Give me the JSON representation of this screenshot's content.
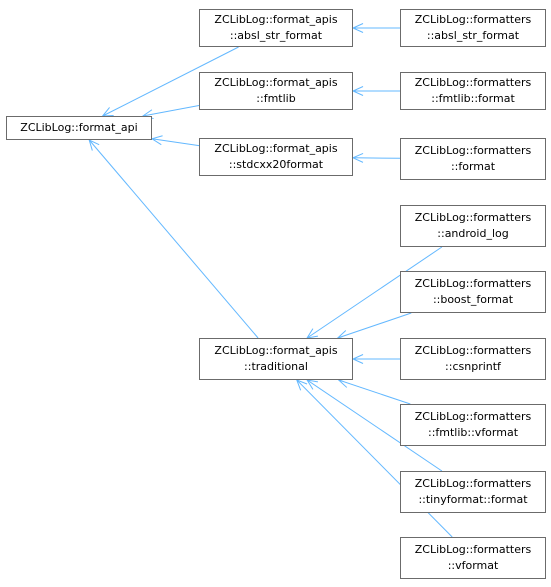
{
  "nodes": {
    "format_api": {
      "lines": [
        "ZCLibLog::format_api"
      ]
    },
    "absl_api": {
      "lines": [
        "ZCLibLog::format_apis",
        "::absl_str_format"
      ]
    },
    "fmtlib_api": {
      "lines": [
        "ZCLibLog::format_apis",
        "::fmtlib"
      ]
    },
    "stdcxx_api": {
      "lines": [
        "ZCLibLog::format_apis",
        "::stdcxx20format"
      ]
    },
    "trad_api": {
      "lines": [
        "ZCLibLog::format_apis",
        "::traditional"
      ]
    },
    "absl_fmt": {
      "lines": [
        "ZCLibLog::formatters",
        "::absl_str_format"
      ]
    },
    "fmtlib_fmt": {
      "lines": [
        "ZCLibLog::formatters",
        "::fmtlib::format"
      ]
    },
    "std_fmt": {
      "lines": [
        "ZCLibLog::formatters",
        "::format"
      ]
    },
    "android_fmt": {
      "lines": [
        "ZCLibLog::formatters",
        "::android_log"
      ]
    },
    "boost_fmt": {
      "lines": [
        "ZCLibLog::formatters",
        "::boost_format"
      ]
    },
    "csnprintf_fmt": {
      "lines": [
        "ZCLibLog::formatters",
        "::csnprintf"
      ]
    },
    "fmtlib_vfmt": {
      "lines": [
        "ZCLibLog::formatters",
        "::fmtlib::vformat"
      ]
    },
    "tiny_fmt": {
      "lines": [
        "ZCLibLog::formatters",
        "::tinyformat::format"
      ]
    },
    "vformat_fmt": {
      "lines": [
        "ZCLibLog::formatters",
        "::vformat"
      ]
    }
  },
  "edges": [
    {
      "from": "absl_api",
      "to": "format_api"
    },
    {
      "from": "fmtlib_api",
      "to": "format_api"
    },
    {
      "from": "stdcxx_api",
      "to": "format_api"
    },
    {
      "from": "trad_api",
      "to": "format_api"
    },
    {
      "from": "absl_fmt",
      "to": "absl_api"
    },
    {
      "from": "fmtlib_fmt",
      "to": "fmtlib_api"
    },
    {
      "from": "std_fmt",
      "to": "stdcxx_api"
    },
    {
      "from": "android_fmt",
      "to": "trad_api"
    },
    {
      "from": "boost_fmt",
      "to": "trad_api"
    },
    {
      "from": "csnprintf_fmt",
      "to": "trad_api"
    },
    {
      "from": "fmtlib_vfmt",
      "to": "trad_api"
    },
    {
      "from": "tiny_fmt",
      "to": "trad_api"
    },
    {
      "from": "vformat_fmt",
      "to": "trad_api"
    }
  ],
  "colors": {
    "edge": "#63b8ff",
    "node_border": "#6b6b6b",
    "node_fill": "#ffffff",
    "text": "#000000"
  }
}
